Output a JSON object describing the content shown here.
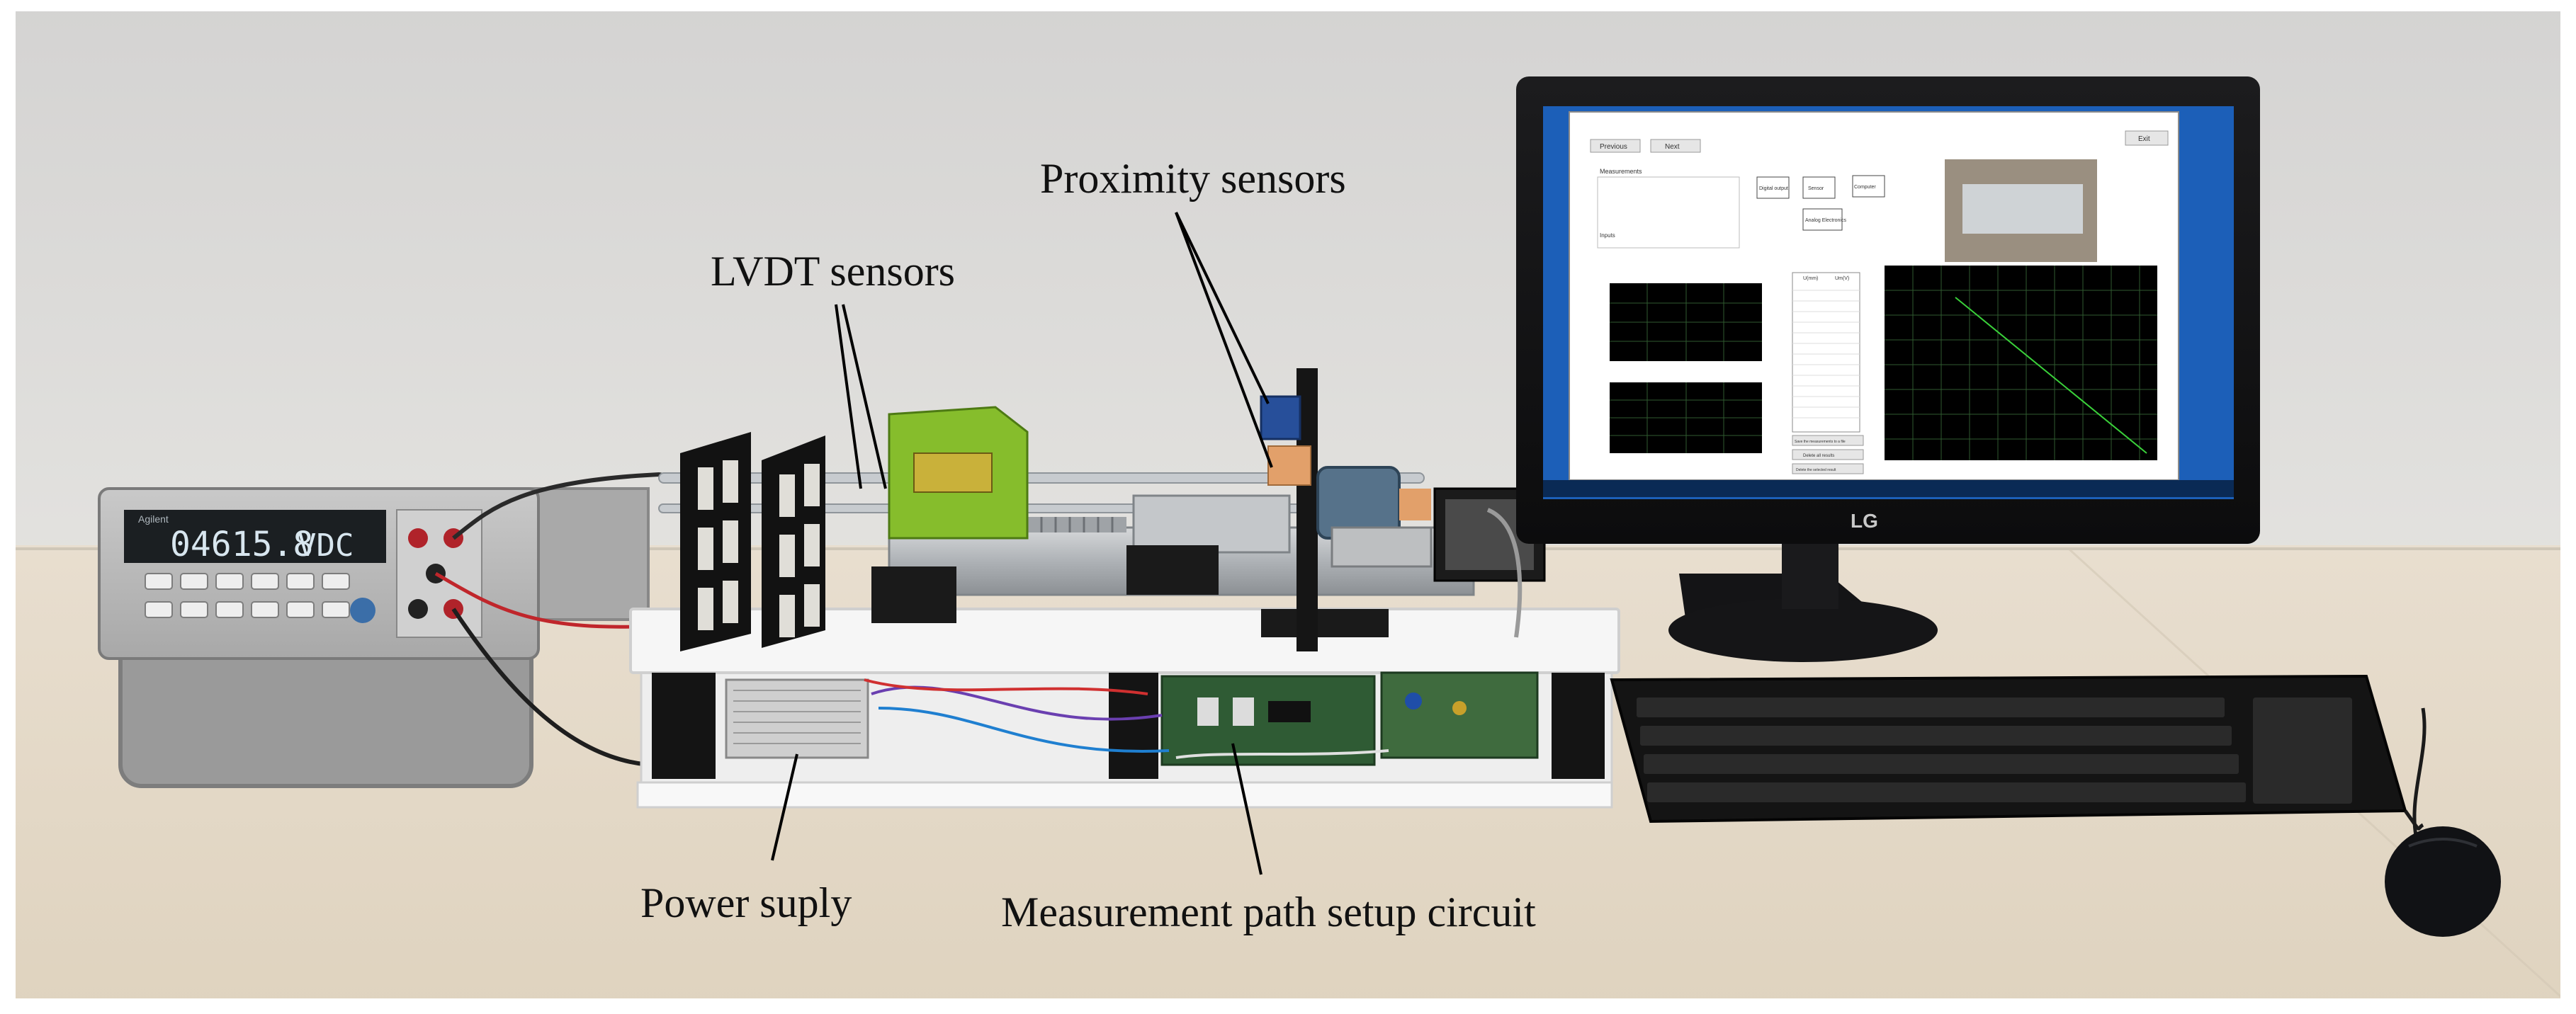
{
  "labels": {
    "proximity": "Proximity sensors",
    "lvdt": "LVDT sensors",
    "power": "Power suply",
    "circuit": "Measurement path setup circuit"
  },
  "multimeter": {
    "brand": "Agilent",
    "reading": "04615.8",
    "unit": "VDC"
  },
  "monitor": {
    "brand": "LG"
  },
  "software": {
    "buttons": [
      "Previous",
      "Next",
      "Exit"
    ],
    "measurements_title": "Measurements",
    "inputs_title": "Inputs",
    "diagram_blocks": [
      "Digital output",
      "Sensor",
      "Computer",
      "Analog Electronics"
    ],
    "table_headers": [
      "U(mm)",
      "Um(V)"
    ],
    "action_buttons": [
      "Save the measurements to a file",
      "Delete all results",
      "Delete the selected result"
    ]
  },
  "colors": {
    "wall": "#d9d8d6",
    "desk": "#e6dccb",
    "screen_bg": "#ffffff",
    "taskbar": "#0a2a55",
    "sensor_green": "#7fbf2a",
    "lvdt_body": "#b5c83a"
  }
}
